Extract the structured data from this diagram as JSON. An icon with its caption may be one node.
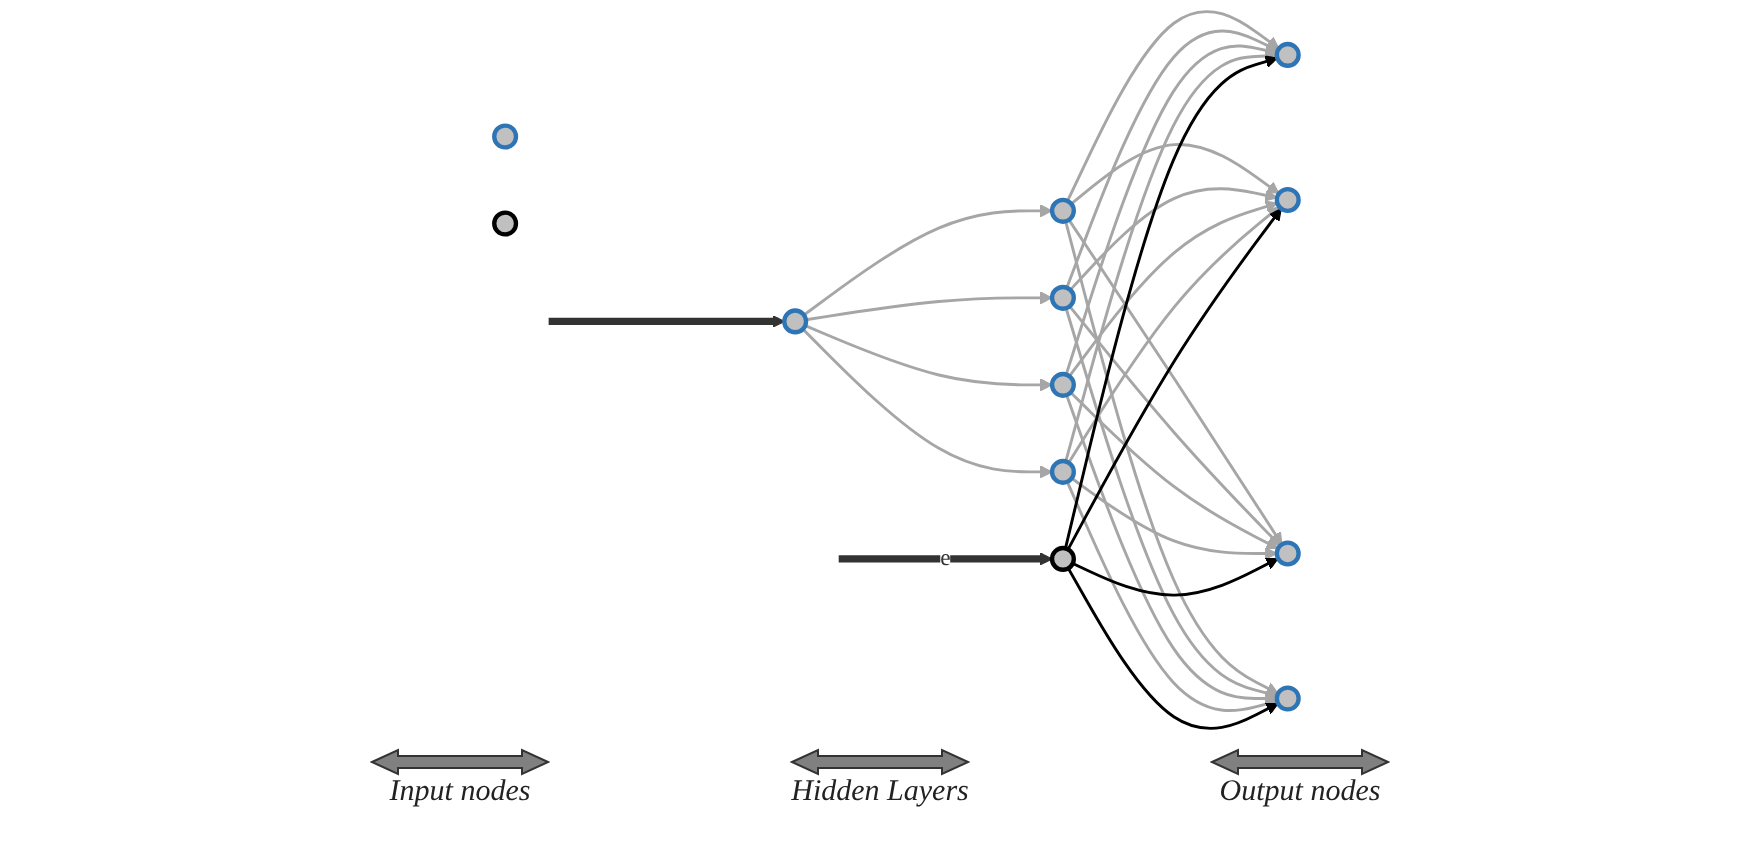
{
  "diagram": {
    "nodes": [
      {
        "text": [],
        "shape": "circle"
      },
      {
        "text": [],
        "shape": "circle"
      },
      {
        "text": [],
        "shape": "circle"
      },
      {
        "text": [],
        "shape": "circle"
      },
      {
        "text": [],
        "shape": "circle"
      },
      {
        "text": [],
        "shape": "circle"
      },
      {
        "text": [],
        "shape": "circle"
      },
      {
        "text": [],
        "shape": "circle"
      },
      {
        "text": [],
        "shape": "circle"
      },
      {
        "text": [],
        "shape": "circle"
      },
      {
        "text": [],
        "shape": "circle"
      },
      {
        "text": [],
        "shape": "circle"
      }
    ],
    "edges": [
      {
        "from": null,
        "to": 0,
        "arrow": "to",
        "style": "thick",
        "color": "#333333"
      },
      {
        "from": 0,
        "to": 2,
        "arrow": "to"
      },
      {
        "from": 0,
        "to": 3,
        "arrow": "to"
      },
      {
        "from": 0,
        "to": 4,
        "arrow": "to"
      },
      {
        "from": 0,
        "to": 5,
        "arrow": "to"
      },
      {
        "from": 2,
        "to": 6,
        "arrow": "to"
      },
      {
        "from": 2,
        "to": 7,
        "arrow": "to"
      },
      {
        "from": 2,
        "to": 8,
        "arrow": "to"
      },
      {
        "from": 2,
        "to": 9,
        "arrow": "to"
      },
      {
        "from": 3,
        "to": 6,
        "arrow": "to"
      },
      {
        "from": 3,
        "to": 7,
        "arrow": "to"
      },
      {
        "from": 3,
        "to": 8,
        "arrow": "to"
      },
      {
        "from": 3,
        "to": 9,
        "arrow": "to"
      },
      {
        "from": 4,
        "to": 6,
        "arrow": "to"
      },
      {
        "from": 4,
        "to": 7,
        "arrow": "to"
      },
      {
        "from": 4,
        "to": 8,
        "arrow": "to"
      },
      {
        "from": 4,
        "to": 9,
        "arrow": "to"
      },
      {
        "from": 5,
        "to": 6,
        "arrow": "to"
      },
      {
        "from": 5,
        "to": 7,
        "arrow": "to"
      },
      {
        "from": 5,
        "to": 8,
        "arrow": "to"
      },
      {
        "from": 5,
        "to": 9,
        "arrow": "to"
      },
      {
        "from": 10,
        "to": 6,
        "arrow": "to",
        "color": "#000000"
      },
      {
        "from": 10,
        "to": 7,
        "arrow": "to",
        "color": "#000000"
      },
      {
        "from": 10,
        "to": 8,
        "arrow": "to",
        "color": "#000000"
      },
      {
        "from": 10,
        "to": 9,
        "arrow": "to",
        "color": "#000000"
      },
      {
        "from": null,
        "to": 10,
        "arrow": "to",
        "label": "e",
        "style": "thick",
        "color": "#333333"
      }
    ],
    "labels": [
      "Input nodes",
      "Hidden Layers",
      "Output nodes"
    ]
  }
}
